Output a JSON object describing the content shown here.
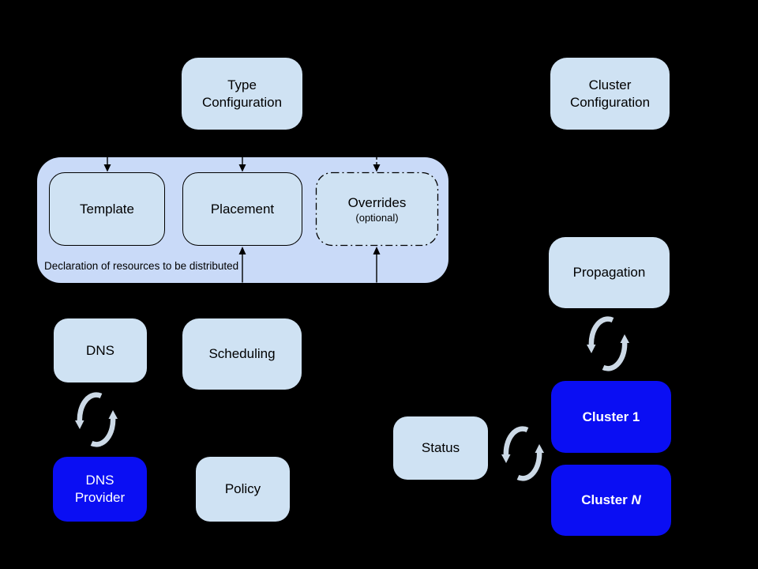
{
  "diagram": {
    "kind": "architecture-diagram",
    "background": "#000000"
  },
  "nodes": {
    "type_configuration": {
      "label": "Type\nConfiguration"
    },
    "cluster_configuration": {
      "label": "Cluster\nConfiguration"
    },
    "template": {
      "label": "Template"
    },
    "placement": {
      "label": "Placement"
    },
    "overrides": {
      "label": "Overrides",
      "sublabel": "(optional)"
    },
    "declaration": {
      "caption": "Declaration of resources to be distributed"
    },
    "dns": {
      "label": "DNS"
    },
    "scheduling": {
      "label": "Scheduling"
    },
    "dns_provider": {
      "label": "DNS\nProvider"
    },
    "policy": {
      "label": "Policy"
    },
    "propagation": {
      "label": "Propagation"
    },
    "cluster_1": {
      "label": "Cluster 1"
    },
    "cluster_n": {
      "label_prefix": "Cluster ",
      "label_suffix": "N"
    },
    "status": {
      "label": "Status"
    }
  },
  "icons": {
    "sync": "sync-arrows-icon"
  },
  "colors": {
    "light_box": "#cfe2f3",
    "container": "#c9daf8",
    "blue_box": "#0a0ef3",
    "arrow": "#000000",
    "sync_glyph": "#ccd9e6",
    "text_dark": "#000000",
    "text_light": "#ffffff"
  }
}
